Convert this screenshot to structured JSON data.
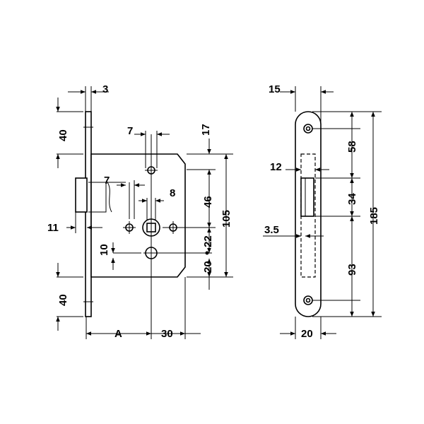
{
  "left_view": {
    "dims": {
      "plate_thickness": "3",
      "top_to_first_hole": "40",
      "hole_spacing_small": "7",
      "case_offset_top": "17",
      "latch_offset": "7",
      "spindle_square": "8",
      "spindle_to_key_upper": "46",
      "case_height": "105",
      "latch_projection": "11",
      "spindle_to_key": "22",
      "key_offset": "10",
      "bottom_offset": "20",
      "bottom_to_last_hole": "40",
      "backset": "A",
      "case_depth": "30"
    }
  },
  "right_view": {
    "dims": {
      "faceplate_top_offset": "15",
      "top_hole_to_latch": "58",
      "latch_width": "12",
      "latch_height": "34",
      "faceplate_length": "185",
      "latch_depth": "3.5",
      "latch_to_bottom_hole": "93",
      "faceplate_width": "20"
    }
  }
}
